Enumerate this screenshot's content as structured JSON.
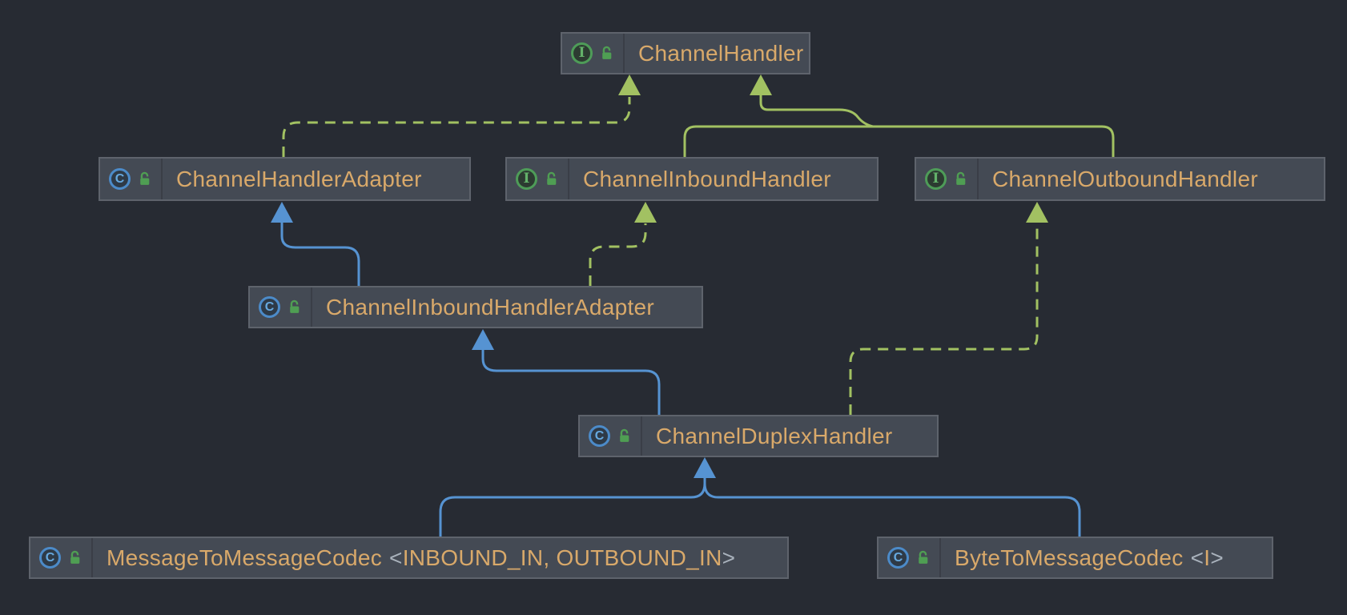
{
  "diagram": {
    "type": "uml-class-diagram",
    "background_color": "#272b33",
    "colors": {
      "node_fill": "#444a54",
      "node_border": "#5e636c",
      "class_name_text": "#d9a96a",
      "generic_bracket_text": "#a9b2bc",
      "class_extends_edge": "#5693d2",
      "interface_edge": "#a2c162",
      "icon_interface_green": "#4e9c58",
      "icon_class_blue": "#4c8bc9",
      "lock_green": "#4f9e53"
    },
    "icons": {
      "interface_letter": "I",
      "class_letter": "C"
    },
    "nodes": [
      {
        "id": "channel-handler",
        "kind": "interface",
        "name": "ChannelHandler",
        "visibility_icon": "lock-open-icon"
      },
      {
        "id": "channel-handler-adapter",
        "kind": "class",
        "name": "ChannelHandlerAdapter",
        "visibility_icon": "lock-open-icon"
      },
      {
        "id": "channel-inbound-handler",
        "kind": "interface",
        "name": "ChannelInboundHandler",
        "visibility_icon": "lock-open-icon"
      },
      {
        "id": "channel-outbound-handler",
        "kind": "interface",
        "name": "ChannelOutboundHandler",
        "visibility_icon": "lock-open-icon"
      },
      {
        "id": "channel-inbound-handler-adapter",
        "kind": "class",
        "name": "ChannelInboundHandlerAdapter",
        "visibility_icon": "lock-open-icon"
      },
      {
        "id": "channel-duplex-handler",
        "kind": "class",
        "name": "ChannelDuplexHandler",
        "visibility_icon": "lock-open-icon"
      },
      {
        "id": "message-to-message-codec",
        "kind": "class",
        "name": "MessageToMessageCodec",
        "generic_open": "<",
        "generic_args": "INBOUND_IN, OUTBOUND_IN",
        "generic_close": ">",
        "visibility_icon": "lock-open-icon"
      },
      {
        "id": "byte-to-message-codec",
        "kind": "class",
        "name": "ByteToMessageCodec",
        "generic_open": "<",
        "generic_args": "I",
        "generic_close": ">",
        "visibility_icon": "lock-open-icon"
      }
    ],
    "edges": [
      {
        "from": "ChannelHandlerAdapter",
        "to": "ChannelHandler",
        "relation": "implements",
        "style": "dashed-green-solid-arrow"
      },
      {
        "from": "ChannelInboundHandler",
        "to": "ChannelHandler",
        "relation": "extends",
        "style": "solid-green-solid-arrow"
      },
      {
        "from": "ChannelOutboundHandler",
        "to": "ChannelHandler",
        "relation": "extends",
        "style": "solid-green-solid-arrow"
      },
      {
        "from": "ChannelInboundHandlerAdapter",
        "to": "ChannelHandlerAdapter",
        "relation": "extends",
        "style": "solid-blue-solid-arrow"
      },
      {
        "from": "ChannelInboundHandlerAdapter",
        "to": "ChannelInboundHandler",
        "relation": "implements",
        "style": "dashed-green-solid-arrow"
      },
      {
        "from": "ChannelDuplexHandler",
        "to": "ChannelInboundHandlerAdapter",
        "relation": "extends",
        "style": "solid-blue-solid-arrow"
      },
      {
        "from": "ChannelDuplexHandler",
        "to": "ChannelOutboundHandler",
        "relation": "implements",
        "style": "dashed-green-solid-arrow"
      },
      {
        "from": "MessageToMessageCodec",
        "to": "ChannelDuplexHandler",
        "relation": "extends",
        "style": "solid-blue-solid-arrow"
      },
      {
        "from": "ByteToMessageCodec",
        "to": "ChannelDuplexHandler",
        "relation": "extends",
        "style": "solid-blue-solid-arrow"
      }
    ]
  }
}
